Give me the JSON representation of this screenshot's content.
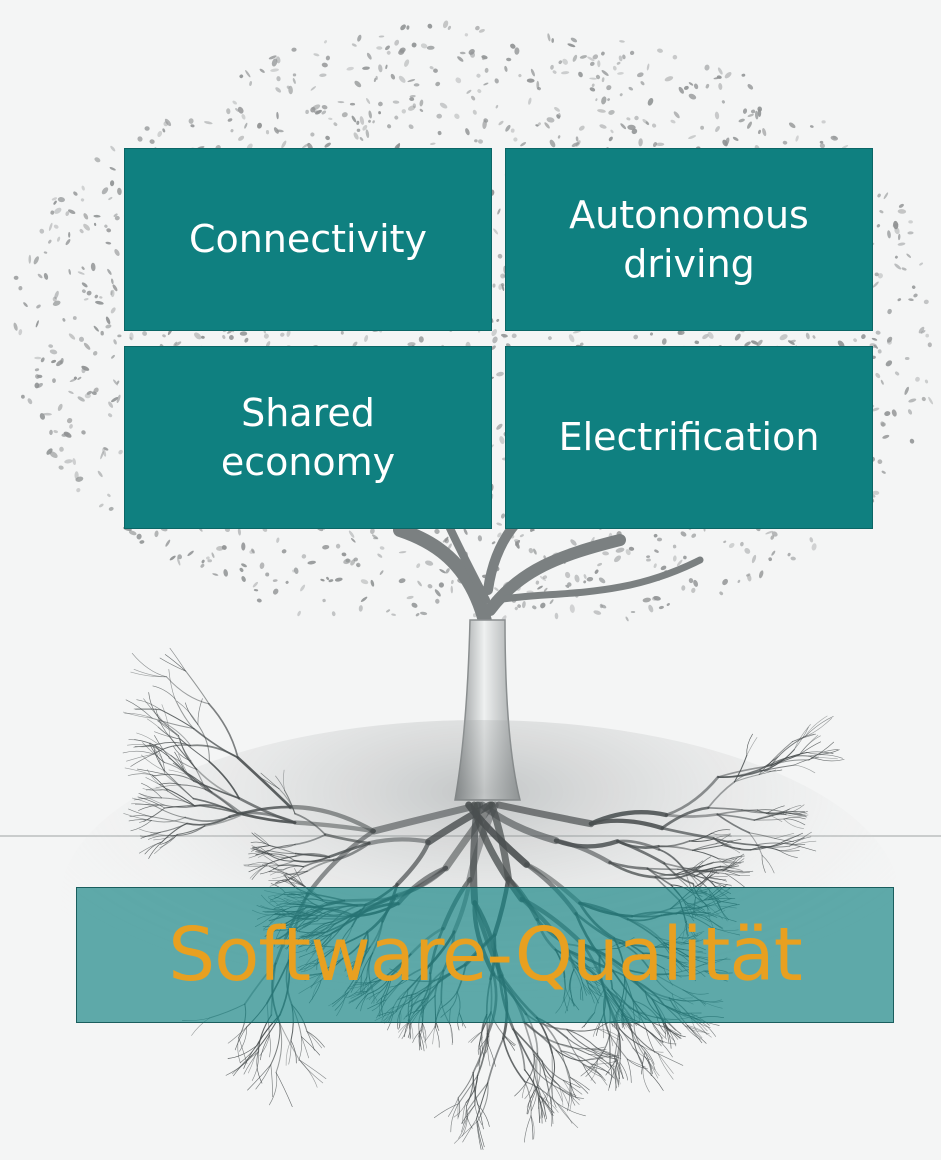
{
  "colors": {
    "box_fill": "#0f8080",
    "banner_fill": "#168484",
    "banner_text": "#e8a020",
    "box_text": "#ffffff",
    "tree": "#3f4345"
  },
  "boxes": {
    "connectivity": "Connectivity",
    "autonomous_driving": "Autonomous\ndriving",
    "shared_economy": "Shared\neconomy",
    "electrification": "Electrification"
  },
  "banner": {
    "label": "Software-Qualität"
  }
}
